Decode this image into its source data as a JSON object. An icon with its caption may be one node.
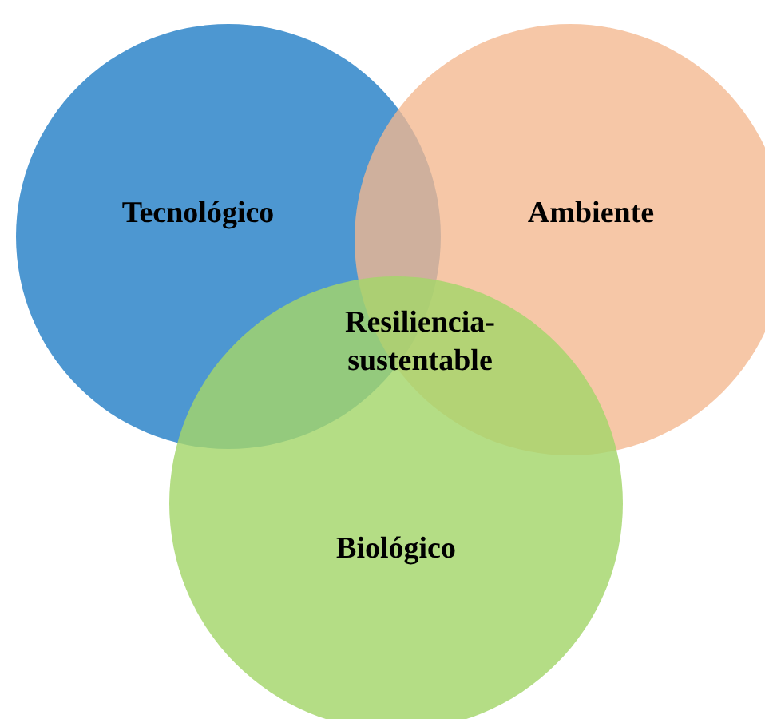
{
  "diagram": {
    "nodes": [
      {
        "text": [
          "Tecnológico"
        ]
      },
      {
        "text": [
          "Ambiente"
        ]
      },
      {
        "text": [
          "Biológico"
        ]
      }
    ],
    "labels": [
      "Resiliencia-sustentable"
    ]
  }
}
